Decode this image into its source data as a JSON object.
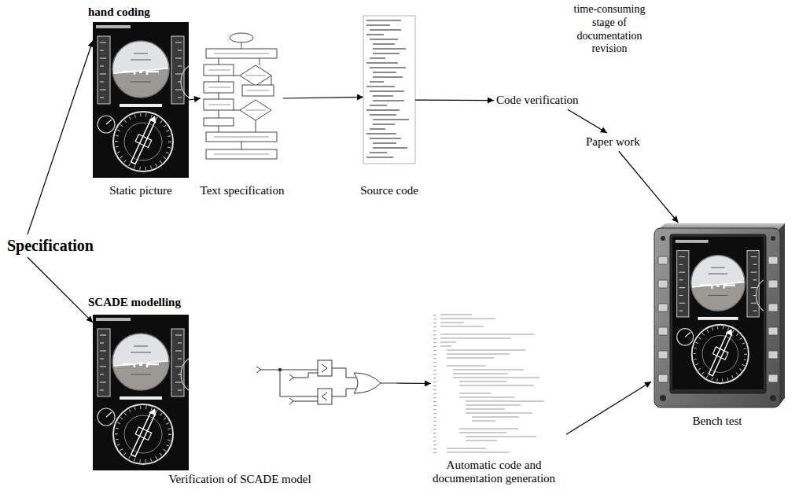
{
  "diagram": {
    "nodes": [
      {
        "text": [
          "Specification"
        ]
      },
      {
        "text": [
          "hand coding",
          "Static picture"
        ]
      },
      {
        "text": [
          "Text specification"
        ]
      },
      {
        "text": [
          "Source code"
        ]
      },
      {
        "text": [
          "Code verification"
        ]
      },
      {
        "text": [
          "Paper work"
        ]
      },
      {
        "text": [
          "SCADE modelling"
        ]
      },
      {
        "text": [
          "Verification of SCADE model"
        ]
      },
      {
        "text": [
          "Automatic code and documentation generation"
        ]
      },
      {
        "text": [
          "Bench test"
        ]
      }
    ],
    "edges": [
      {
        "from": 0,
        "to": 1,
        "arrow": "to"
      },
      {
        "from": 0,
        "to": 6,
        "arrow": "to"
      },
      {
        "from": 1,
        "to": 2,
        "arrow": "to"
      },
      {
        "from": 2,
        "to": 3,
        "arrow": "to"
      },
      {
        "from": 3,
        "to": 4,
        "arrow": "to"
      },
      {
        "from": 4,
        "to": 5,
        "arrow": "to"
      },
      {
        "from": 5,
        "to": 9,
        "arrow": "to"
      },
      {
        "from": 7,
        "to": 8,
        "arrow": "to"
      },
      {
        "from": 8,
        "to": 9,
        "arrow": "to"
      }
    ],
    "labels": [
      "time-consuming stage of documentation revision"
    ]
  }
}
